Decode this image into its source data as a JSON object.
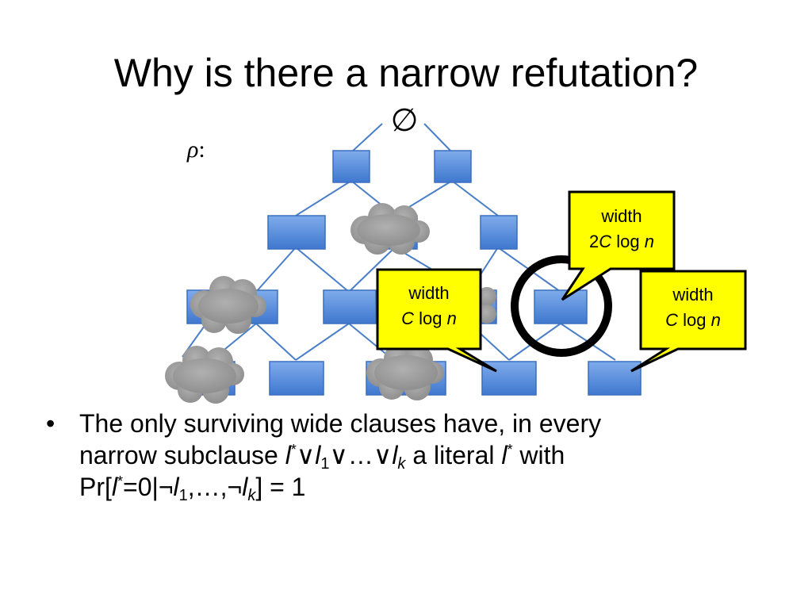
{
  "slide": {
    "title": "Why is there a narrow refutation?",
    "root_symbol": "∅",
    "rho_label": "ρ",
    "rho_colon": ":"
  },
  "callouts": {
    "top": {
      "width_word": "width",
      "coef": "2",
      "c": "C",
      "log": " log ",
      "n": "n"
    },
    "left": {
      "width_word": "width",
      "c": "C",
      "log": " log ",
      "n": "n"
    },
    "right": {
      "width_word": "width",
      "c": "C",
      "log": " log ",
      "n": "n"
    }
  },
  "bullet": {
    "dot": "•",
    "line1": "The only surviving wide clauses have, in every",
    "l2_a": "narrow subclause ",
    "l2_l": "l",
    "l2_star": "*",
    "l2_or1": "∨",
    "l2_l1": "l",
    "l2_sub1": "1",
    "l2_or2": "∨",
    "l2_dots": "…",
    "l2_or3": "∨",
    "l2_lk": "l",
    "l2_subk": "k",
    "l2_b": " a literal ",
    "l2_l3": "l",
    "l2_star3": "*",
    "l2_c": " with",
    "l3_pr": "Pr[",
    "l3_l": "l",
    "l3_star": "*",
    "l3_eq": "=0|¬",
    "l3_l1": "l",
    "l3_sub1": "1",
    "l3_mid": ",…,¬",
    "l3_lk": "l",
    "l3_subk": "k",
    "l3_end": "] = 1"
  },
  "colors": {
    "box_fill": "#4f86d8",
    "box_stroke": "#3a6fbf",
    "edge": "#4a7fc8",
    "cloud": "#9b9b9b",
    "callout_fill": "#ffff00",
    "callout_stroke": "#000000"
  }
}
